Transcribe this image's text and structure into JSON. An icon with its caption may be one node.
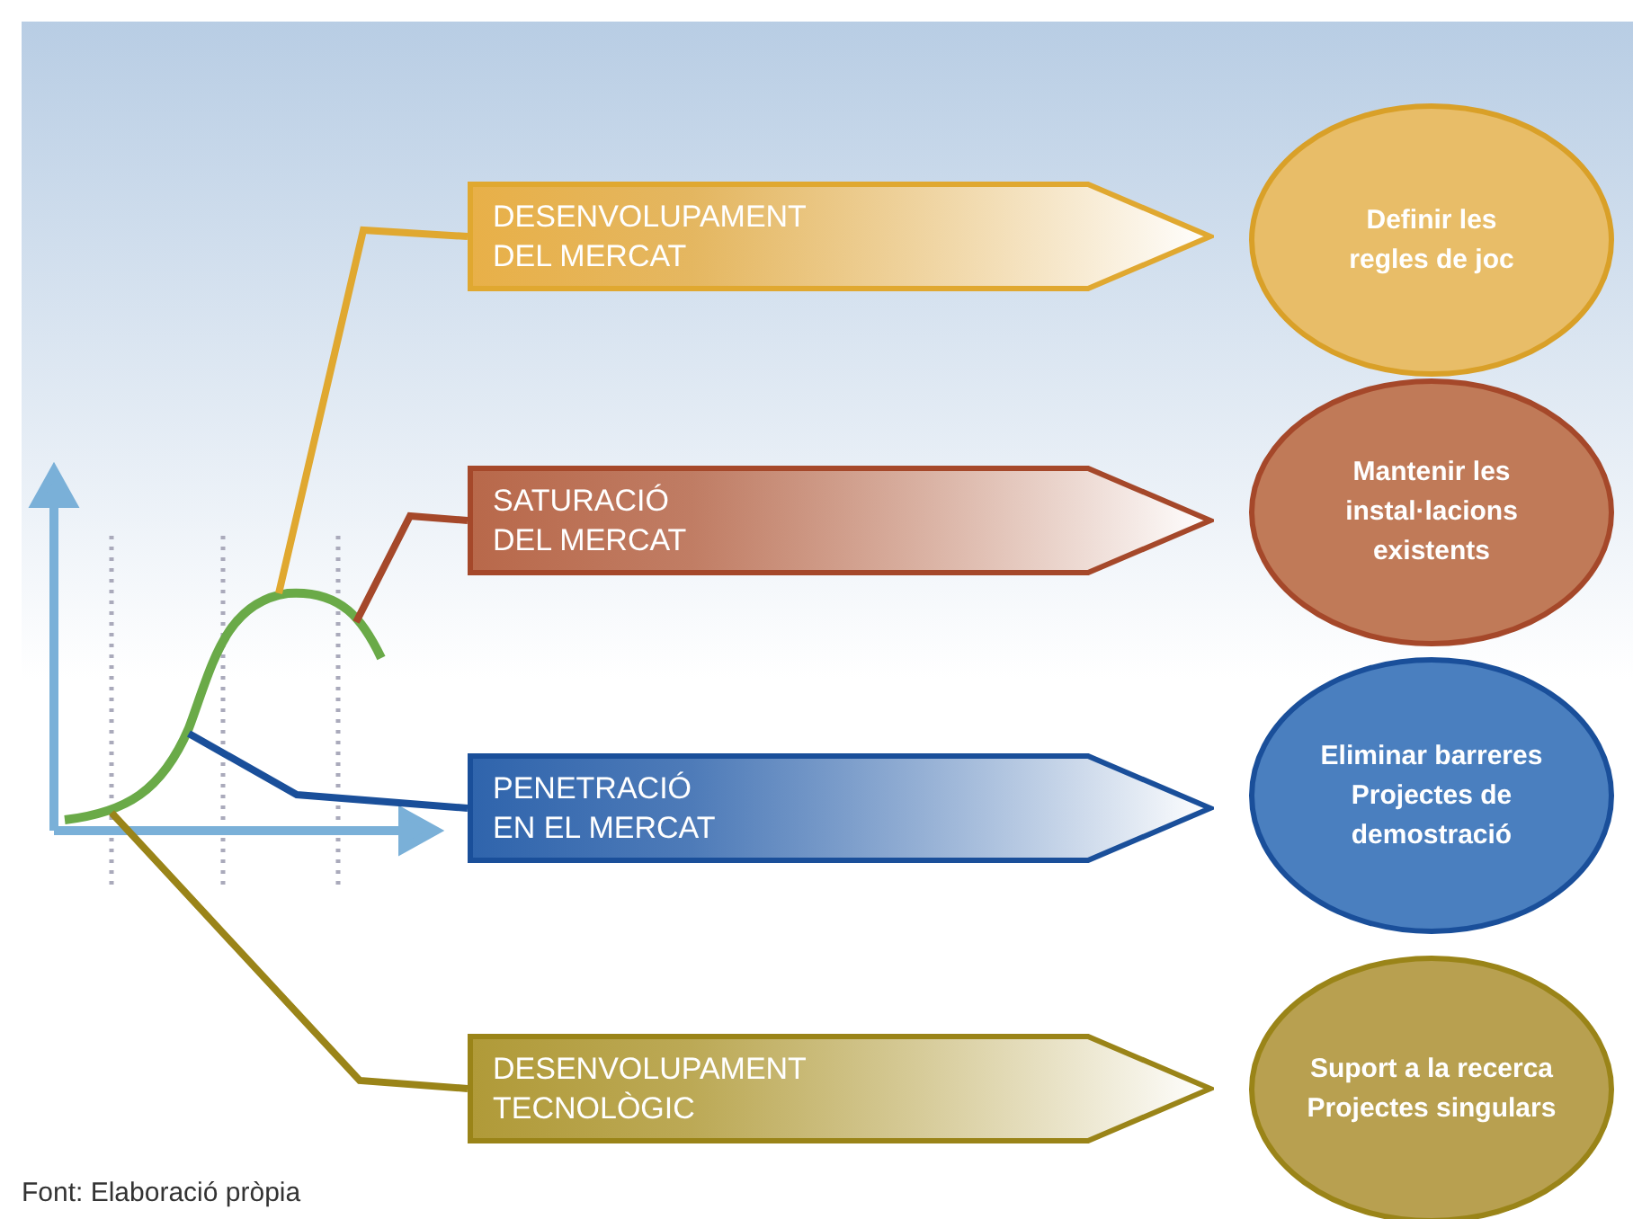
{
  "diagram": {
    "caption": "Font: Elaboració pròpia",
    "nodes": [
      {
        "text": [
          "DESENVOLUPAMENT DEL MERCAT"
        ]
      },
      {
        "text": [
          "Definir les regles de joc"
        ]
      },
      {
        "text": [
          "SATURACIÓ DEL MERCAT"
        ]
      },
      {
        "text": [
          "Mantenir les instal·lacions existents"
        ]
      },
      {
        "text": [
          "PENETRACIÓ EN EL MERCAT"
        ]
      },
      {
        "text": [
          "Eliminar barreres",
          "Projectes de demostració"
        ]
      },
      {
        "text": [
          "DESENVOLUPAMENT TECNOLÒGIC"
        ]
      },
      {
        "text": [
          "Suport a la recerca",
          "Projectes singulars"
        ]
      }
    ],
    "edges": [
      {
        "from": null,
        "to": 0,
        "arrow": "none",
        "color": "#e0a830"
      },
      {
        "from": null,
        "to": 2,
        "arrow": "none",
        "color": "#a5482a"
      },
      {
        "from": null,
        "to": 4,
        "arrow": "none",
        "color": "#1a4f9a"
      },
      {
        "from": null,
        "to": 6,
        "arrow": "none",
        "color": "#9a8418"
      }
    ]
  }
}
